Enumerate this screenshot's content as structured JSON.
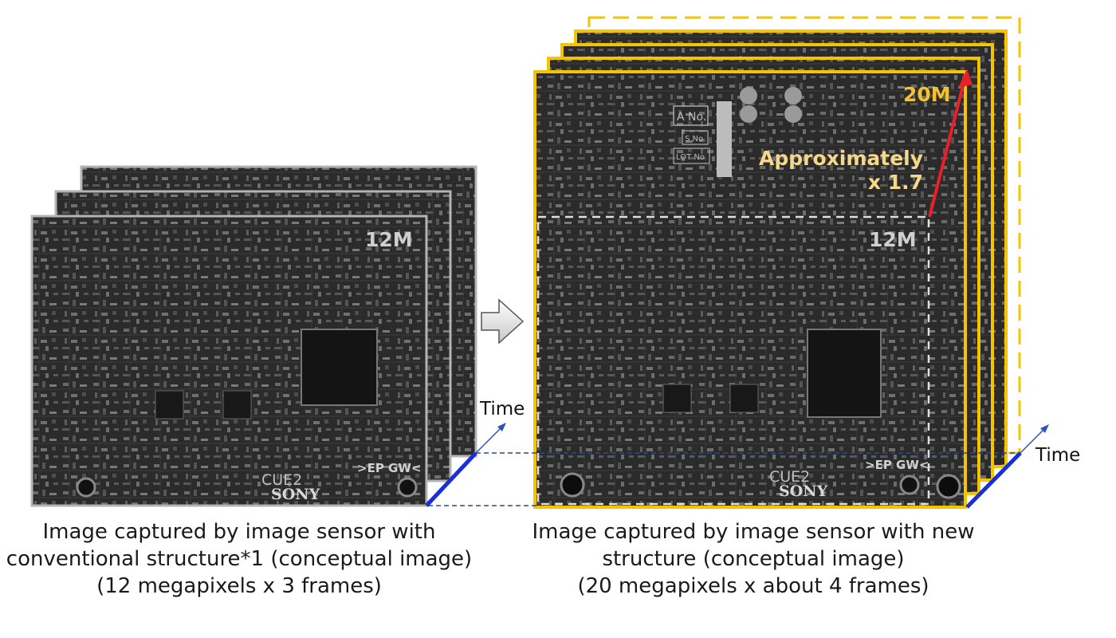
{
  "captions": {
    "left": [
      "Image captured by image sensor with",
      "conventional structure*1 (conceptual image)",
      "(12 megapixels x 3 frames)"
    ],
    "right": [
      "Image captured by image sensor with new",
      "structure (conceptual image)",
      "(20 megapixels x about 4 frames)"
    ]
  },
  "labels": {
    "time_left": "Time",
    "time_right": "Time",
    "res_12m": "12M",
    "res_20m": "20M",
    "approx_line1": "Approximately",
    "approx_line2": "x 1.7"
  },
  "board_text": {
    "cue": "CUE2",
    "brand": "SONY",
    "marks": ">EP GW<",
    "a_no": "A No.",
    "s_no": "S No",
    "lot_no": "LOT No"
  },
  "colors": {
    "frame_yellow": "#f5c400",
    "frame_gray": "#b4b4b4",
    "time_axis_blue": "#1a2fd6",
    "arrow_red": "#e8202a",
    "dash_blue": "#2a4d8a",
    "res_20m_color": "#f2c230"
  }
}
